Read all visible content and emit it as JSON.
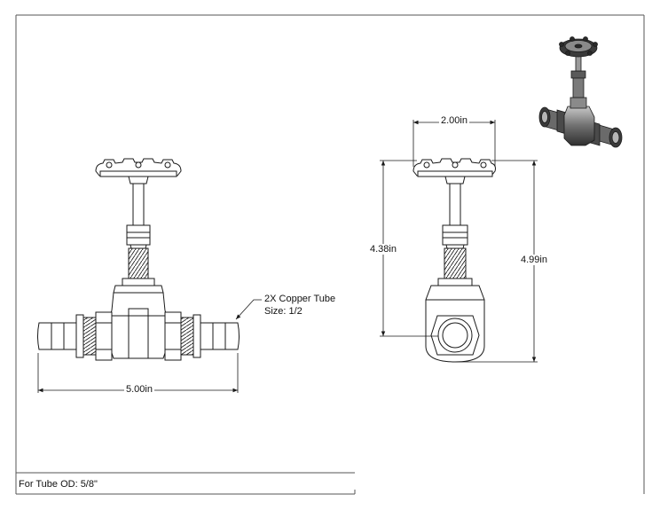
{
  "dimensions": {
    "width_front": "5.00in",
    "width_side": "2.00in",
    "height_inner": "4.38in",
    "height_outer": "4.99in"
  },
  "callout": {
    "line1": "2X Copper Tube",
    "line2": "Size: 1/2"
  },
  "note": "For Tube OD: 5/8\"",
  "colors": {
    "line": "#1a1a1a",
    "frame": "#555555",
    "iso_dark": "#3a3a3a",
    "iso_mid": "#7a7a7a",
    "iso_light": "#b5b5b5"
  }
}
